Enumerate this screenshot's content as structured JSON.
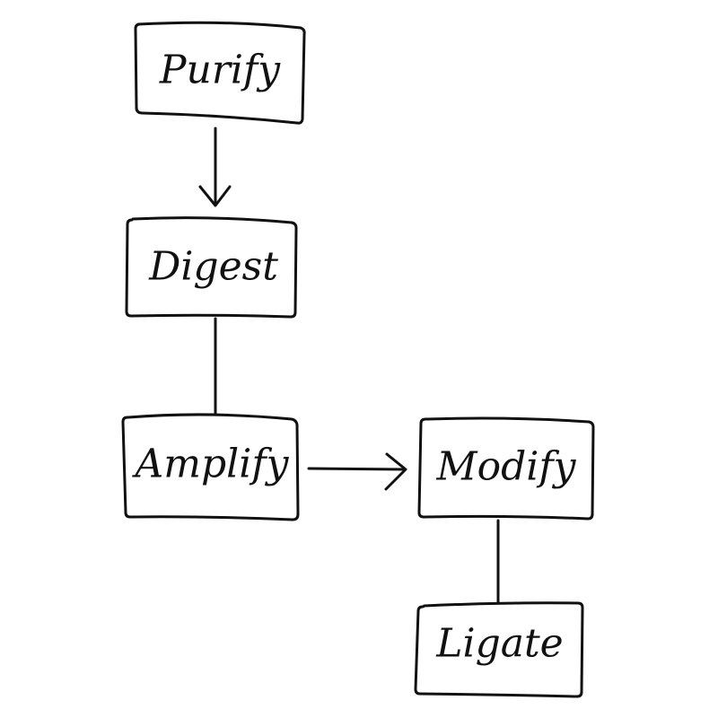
{
  "diagram": {
    "type": "flowchart",
    "nodes": [
      {
        "id": "purify",
        "label": "Purify"
      },
      {
        "id": "digest",
        "label": "Digest"
      },
      {
        "id": "amplify",
        "label": "Amplify"
      },
      {
        "id": "modify",
        "label": "Modify"
      },
      {
        "id": "ligate",
        "label": "Ligate"
      }
    ],
    "edges": [
      {
        "from": "purify",
        "to": "digest",
        "arrow": true
      },
      {
        "from": "digest",
        "to": "amplify",
        "arrow": false
      },
      {
        "from": "amplify",
        "to": "modify",
        "arrow": true
      },
      {
        "from": "modify",
        "to": "ligate",
        "arrow": false
      }
    ],
    "colors": {
      "stroke": "#111111",
      "background": "#ffffff"
    }
  }
}
